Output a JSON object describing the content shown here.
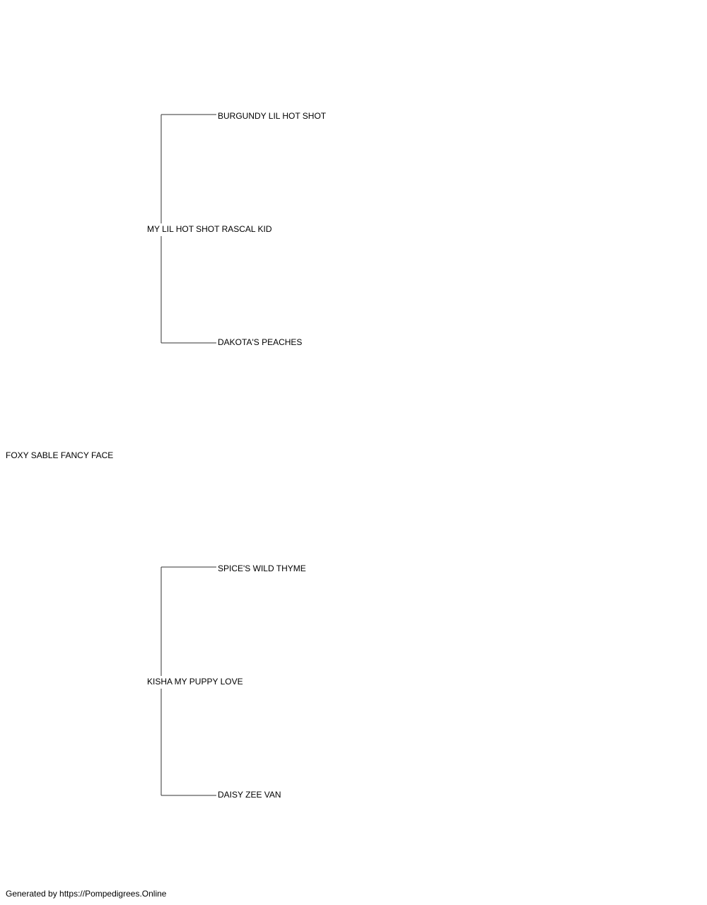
{
  "pedigree": {
    "subject": "FOXY SABLE FANCY FACE",
    "sire": {
      "name": "MY LIL HOT SHOT RASCAL KID",
      "sire": "BURGUNDY LIL HOT SHOT",
      "dam": "DAKOTA'S PEACHES"
    },
    "dam": {
      "name": "KISHA MY PUPPY LOVE",
      "sire": "SPICE'S WILD THYME",
      "dam": "DAISY ZEE VAN"
    }
  },
  "footer": {
    "text": "Generated by https://Pompedigrees.Online"
  }
}
